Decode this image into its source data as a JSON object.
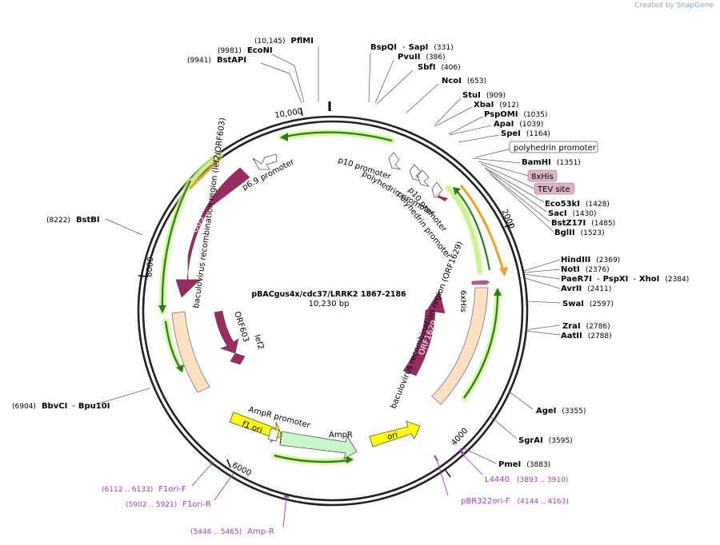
{
  "watermark": {
    "prefix": "Created by",
    "brand": "SnapGene"
  },
  "plasmid": {
    "name": "pBACgus4x/cdc37/LRRK2 1867-2186",
    "length_label": "10,230 bp",
    "length": 10230
  },
  "ring_ticks": [
    "10,000",
    "2000",
    "4000",
    "6000",
    "8000"
  ],
  "restriction_sites": [
    {
      "name": "PflMI",
      "pos": "(10,145)"
    },
    {
      "name": "EcoNI",
      "pos": "(9981)"
    },
    {
      "name": "BstAPI",
      "pos": "(9941)"
    },
    {
      "name": "BspQI",
      "name2": "SapI",
      "pos": "(331)"
    },
    {
      "name": "PvuII",
      "pos": "(386)"
    },
    {
      "name": "SbfI",
      "pos": "(406)"
    },
    {
      "name": "NcoI",
      "pos": "(653)"
    },
    {
      "name": "StuI",
      "pos": "(909)"
    },
    {
      "name": "XbaI",
      "pos": "(912)"
    },
    {
      "name": "PspOMI",
      "pos": "(1035)"
    },
    {
      "name": "ApaI",
      "pos": "(1039)"
    },
    {
      "name": "SpeI",
      "pos": "(1164)"
    },
    {
      "name": "BamHI",
      "pos": "(1351)"
    },
    {
      "name": "Eco53kI",
      "pos": "(1428)"
    },
    {
      "name": "SacI",
      "pos": "(1430)"
    },
    {
      "name": "BstZ17I",
      "pos": "(1485)"
    },
    {
      "name": "BglII",
      "pos": "(1523)"
    },
    {
      "name": "HindIII",
      "pos": "(2369)"
    },
    {
      "name": "NotI",
      "pos": "(2376)"
    },
    {
      "name": "PaeR7I",
      "name2": "PspXI",
      "name3": "XhoI",
      "pos": "(2384)"
    },
    {
      "name": "AvrII",
      "pos": "(2411)"
    },
    {
      "name": "SwaI",
      "pos": "(2597)"
    },
    {
      "name": "ZraI",
      "pos": "(2786)"
    },
    {
      "name": "AatII",
      "pos": "(2788)"
    },
    {
      "name": "AgeI",
      "pos": "(3355)"
    },
    {
      "name": "SgrAI",
      "pos": "(3595)"
    },
    {
      "name": "PmeI",
      "pos": "(3883)"
    },
    {
      "name": "BbvCI",
      "name2": "Bpu10I",
      "pos": "(6904)"
    },
    {
      "name": "BstBI",
      "pos": "(8222)"
    }
  ],
  "boxed_features": [
    "polyhedrin promoter",
    "8xHis",
    "TEV site"
  ],
  "primers": [
    {
      "name": "L4440",
      "pos": "(3893 .. 3910)"
    },
    {
      "name": "pBR322ori-F",
      "pos": "(4144 .. 4163)"
    },
    {
      "name": "F1ori-F",
      "pos": "(6112 .. 6133)"
    },
    {
      "name": "F1ori-R",
      "pos": "(5902 .. 5921)"
    },
    {
      "name": "Amp-R",
      "pos": "(5446 .. 5465)"
    }
  ],
  "features": {
    "gus": "GUS",
    "p69": "p6.9 promoter",
    "lef2_region": "baculovirus recombination region (lef2/ORF603)",
    "orf603": "ORF603",
    "lef2": "lef2",
    "p10a": "p10 promoter",
    "polh": "polyhedrin promoter",
    "p10b": "p10 promoter",
    "polh2": "polyhedrin promoter",
    "orf1629_region": "baculovirus recombination region (ORF1629)",
    "orf1629": "ORF1629",
    "his6": "6xHis",
    "ampr_prom": "AmpR promoter",
    "ampr": "AmpR",
    "f1ori": "f1 ori",
    "ori": "ori"
  },
  "colors": {
    "ring": "#222222",
    "plum": "#9b2a63",
    "peach": "#fde0c2",
    "mint": "#c9f5cc",
    "yellow": "#ffff00",
    "green_arrow": "#2e7d1a",
    "glow": "#c9f28a",
    "orange": "#f3a11e",
    "primer": "#a23ec4",
    "box_fill": "#dcb3c6"
  }
}
